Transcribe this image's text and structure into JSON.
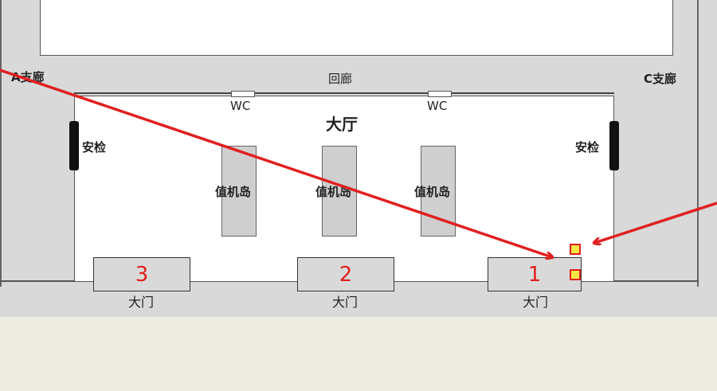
{
  "diagram": {
    "corridor_left": "A支廊",
    "corridor_right": "C支廊",
    "corridor_main": "回廊",
    "hall": "大厅",
    "restroom_1": "WC",
    "restroom_2": "WC",
    "security_left": "安检",
    "security_right": "安检",
    "checkin_1": "值机岛",
    "checkin_2": "值机岛",
    "checkin_3": "值机岛",
    "doors": [
      {
        "number": "3",
        "label": "大门"
      },
      {
        "number": "2",
        "label": "大门"
      },
      {
        "number": "1",
        "label": "大门"
      }
    ]
  },
  "colors": {
    "arrow": "#e02020",
    "marker_fill": "#f5e642",
    "floor": "#ffffff",
    "corridor": "#d9d9d9",
    "page_bg": "#eeebe2"
  }
}
